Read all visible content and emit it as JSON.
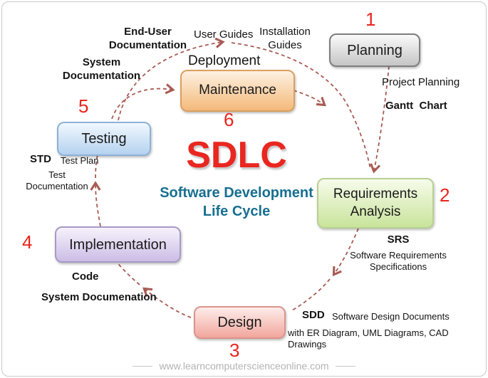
{
  "title": {
    "acronym": "SDLC",
    "subtitle_line1": "Software Development",
    "subtitle_line2": "Life Cycle"
  },
  "colors": {
    "accent_red": "#e9251d",
    "subtitle_teal": "#176f91",
    "arrow_dash": "#a85b53",
    "planning_fill": "#c5c5c5",
    "requirements_fill": "#c9e49b",
    "design_fill": "#f2a69d",
    "implementation_fill": "#ccbde6",
    "testing_fill": "#b5d2ef",
    "maintenance_fill": "#f4ba7b"
  },
  "stages": [
    {
      "number": "1",
      "label": "Planning"
    },
    {
      "number": "2",
      "label": "Requirements Analysis"
    },
    {
      "number": "3",
      "label": "Design"
    },
    {
      "number": "4",
      "label": "Implementation"
    },
    {
      "number": "5",
      "label": "Testing"
    },
    {
      "number": "6",
      "label": "Maintenance"
    }
  ],
  "annotations": {
    "planning": {
      "line1": "Project Planning",
      "line2": "Gantt  Chart"
    },
    "requirements": {
      "abbr": "SRS",
      "doc": "Software Requirements Specifications"
    },
    "design": {
      "abbr": "SDD",
      "doc": "Software Design Documents",
      "detail": "with ER Diagram, UML Diagrams, CAD Drawings"
    },
    "implementation": {
      "line1": "Code",
      "line2": "System Documenation"
    },
    "testing": {
      "abbr": "STD",
      "line1": "Test Plan",
      "line2": "Test Documentation"
    },
    "deployment": {
      "label": "Deployment",
      "enduser_doc": "End-User Documentation",
      "user_guides": "User Guides",
      "installation_guides": "Installation Guides",
      "system_doc": "System Documentation"
    }
  },
  "footer": {
    "url": "www.learncomputerscienceonline.com"
  }
}
